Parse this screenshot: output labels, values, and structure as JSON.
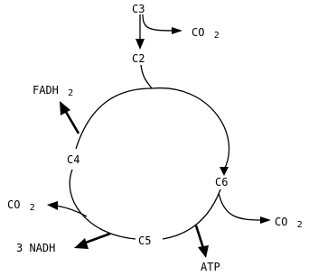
{
  "nodes": {
    "c3": "C3",
    "c2": "C2",
    "c4": "C4",
    "c5": "C5",
    "c6": "C6"
  },
  "products": {
    "co2_top": {
      "base": "CO",
      "sub": "2"
    },
    "co2_right": {
      "base": "CO",
      "sub": "2"
    },
    "co2_left": {
      "base": "CO",
      "sub": "2"
    },
    "fadh2": {
      "base": "FADH",
      "sub": "2"
    },
    "nadh": "3 NADH",
    "atp": "ATP"
  },
  "colors": {
    "ink": "#000000",
    "background": "#ffffff"
  }
}
